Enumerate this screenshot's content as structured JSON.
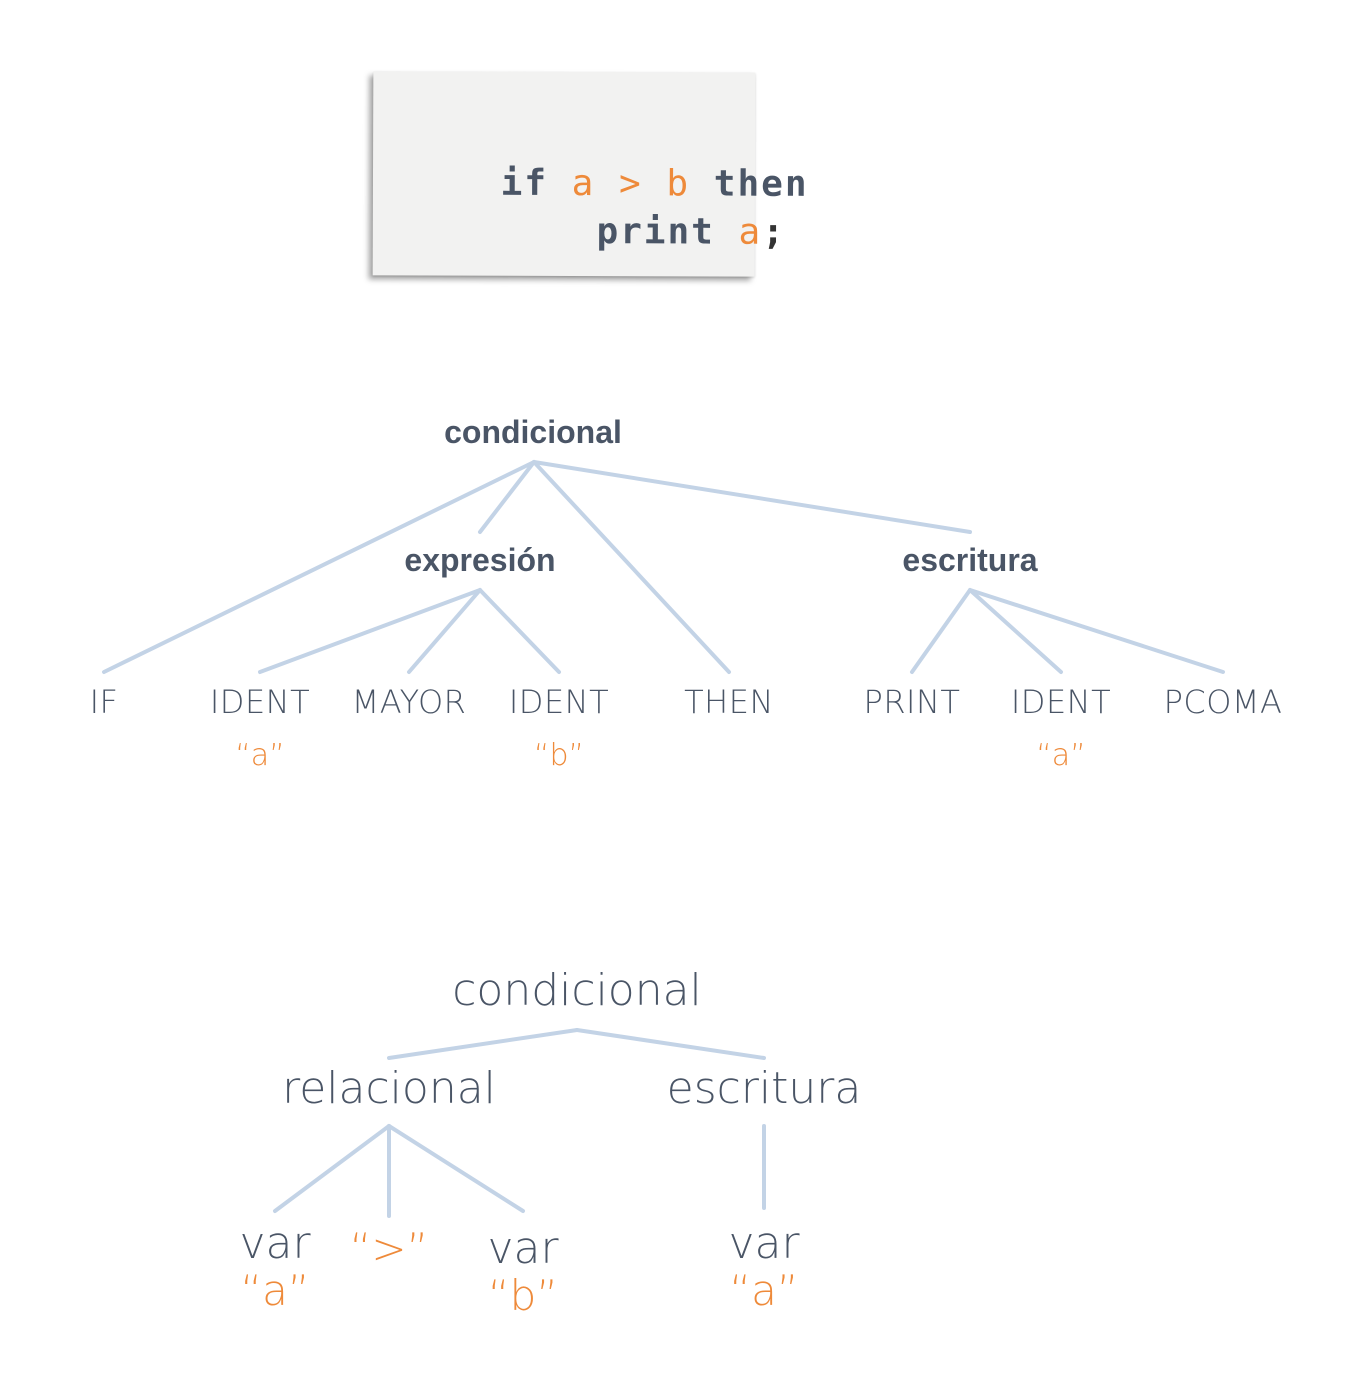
{
  "code": {
    "line1": {
      "kw_if": "if",
      "var_a": "a",
      "op": ">",
      "var_b": "b",
      "kw_then": "then"
    },
    "line2": {
      "kw_print": "print",
      "var_a": "a",
      "semicolon": ";"
    }
  },
  "parse_tree": {
    "root": "condicional",
    "expresion": "expresión",
    "escritura": "escritura",
    "tokens": [
      {
        "name": "IF",
        "lexeme": ""
      },
      {
        "name": "IDENT",
        "lexeme": "“a”"
      },
      {
        "name": "MAYOR",
        "lexeme": ""
      },
      {
        "name": "IDENT",
        "lexeme": "“b”"
      },
      {
        "name": "THEN",
        "lexeme": ""
      },
      {
        "name": "PRINT",
        "lexeme": ""
      },
      {
        "name": "IDENT",
        "lexeme": "“a”"
      },
      {
        "name": "PCOMA",
        "lexeme": ""
      }
    ]
  },
  "ast": {
    "root": "condicional",
    "relacional": "relacional",
    "escritura": "escritura",
    "leaves": [
      {
        "label": "var",
        "value": "“a”"
      },
      {
        "label": "",
        "value": "“>”"
      },
      {
        "label": "var",
        "value": "“b”"
      },
      {
        "label": "var",
        "value": "“a”"
      }
    ]
  },
  "colors": {
    "text": "#4a5566",
    "accent": "#ee8a3a",
    "edge": "#c3d3e6",
    "card": "#f2f2f1"
  }
}
